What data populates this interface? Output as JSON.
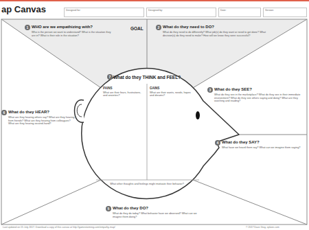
{
  "diagram": {
    "title": "ap Canvas",
    "nodes": [
      {
        "text": [
          "Designed for:"
        ]
      },
      {
        "text": [
          "Designed by:"
        ]
      },
      {
        "text": [
          "Date:"
        ]
      },
      {
        "text": [
          "Version:"
        ]
      },
      {
        "text": [
          "WHO are we empathizing with?",
          "Who is the person we want to understand? What is the situation they are in? What is their role in the situation?"
        ]
      },
      {
        "text": [
          "What do they need to DO?",
          "What do they need to do differently? What job(s) do they want or need to get done? What decision(s) do they need to make? How will we know they were successful?"
        ]
      },
      {
        "text": [
          "What do they THINK and FEEL?"
        ]
      },
      {
        "text": [
          "PAINS",
          "What are their fears, frustrations, and anxieties?"
        ],
        "in": 6
      },
      {
        "text": [
          "GAINS",
          "What are their wants, needs, hopes and dreams?"
        ],
        "in": 6
      },
      {
        "text": [
          "What other thoughts and feelings might motivate their behavior?"
        ],
        "in": 6
      },
      {
        "text": [
          "What do they SEE?",
          "What do they see in the marketplace? What do they see in their immediate environment? What do they see others saying and doing? What are they watching and reading?"
        ]
      },
      {
        "text": [
          "What do they HEAR?",
          "What are they hearing others say? What are they hearing from friends? What are they hearing from colleagues? What are they hearing second-hand?"
        ]
      },
      {
        "text": [
          "What do they SAY?",
          "What have we heard them say? What can we imagine them saying?"
        ]
      },
      {
        "text": [
          "What do they DO?",
          "What do they do today? What behavior have we observed? What can we imagine them doing?"
        ]
      }
    ],
    "labels": [
      "1",
      "GOAL",
      "2",
      "3",
      "4",
      "5",
      "6",
      "7",
      "Last updated on 15 July 2017. Download a copy of this canvas at http://gamestorming.com/empathy-map/",
      "© 2017 Dave Gray, xplane.com"
    ]
  }
}
